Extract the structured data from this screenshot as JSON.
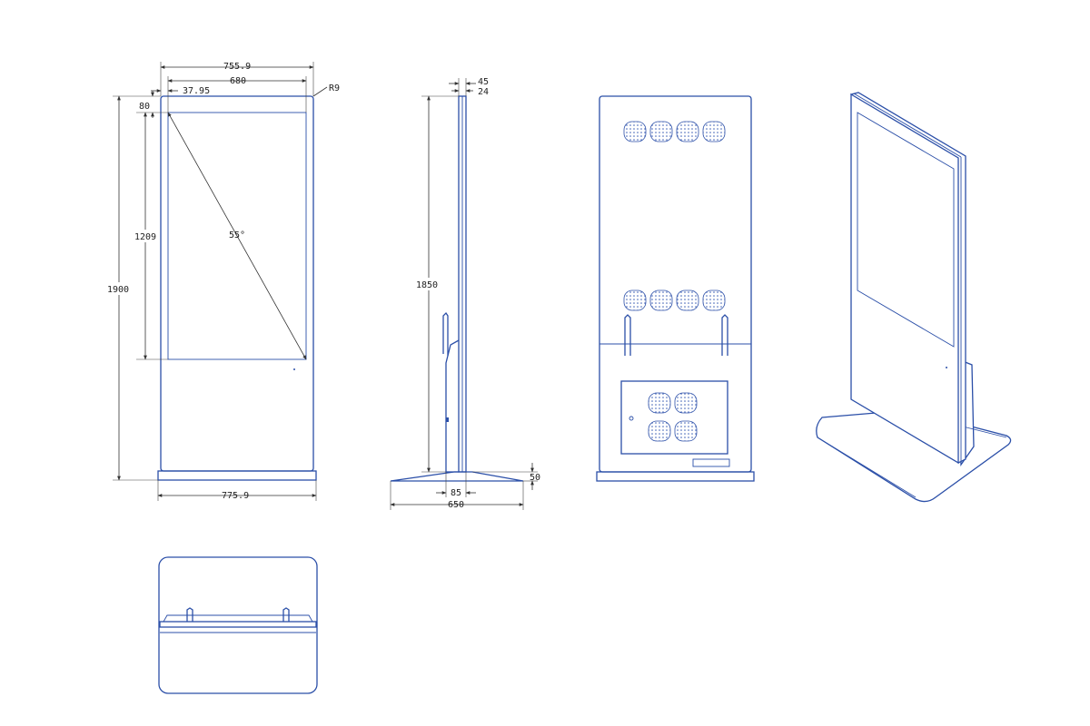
{
  "dimensions": {
    "front_width_outer": "755.9",
    "front_screen_width": "680",
    "front_bezel_side": "37.95",
    "corner_radius": "R9",
    "front_top_bezel": "80",
    "front_screen_height": "1209",
    "front_diagonal": "55°",
    "front_total_height": "1900",
    "front_base_width": "775.9",
    "side_depth_outer": "45",
    "side_depth_inner": "24",
    "side_height": "1850",
    "side_foot_height": "50",
    "side_neck_depth": "85",
    "side_base_depth": "650"
  },
  "colors": {
    "outline": "#2b4fa8",
    "dimension": "#333333"
  }
}
